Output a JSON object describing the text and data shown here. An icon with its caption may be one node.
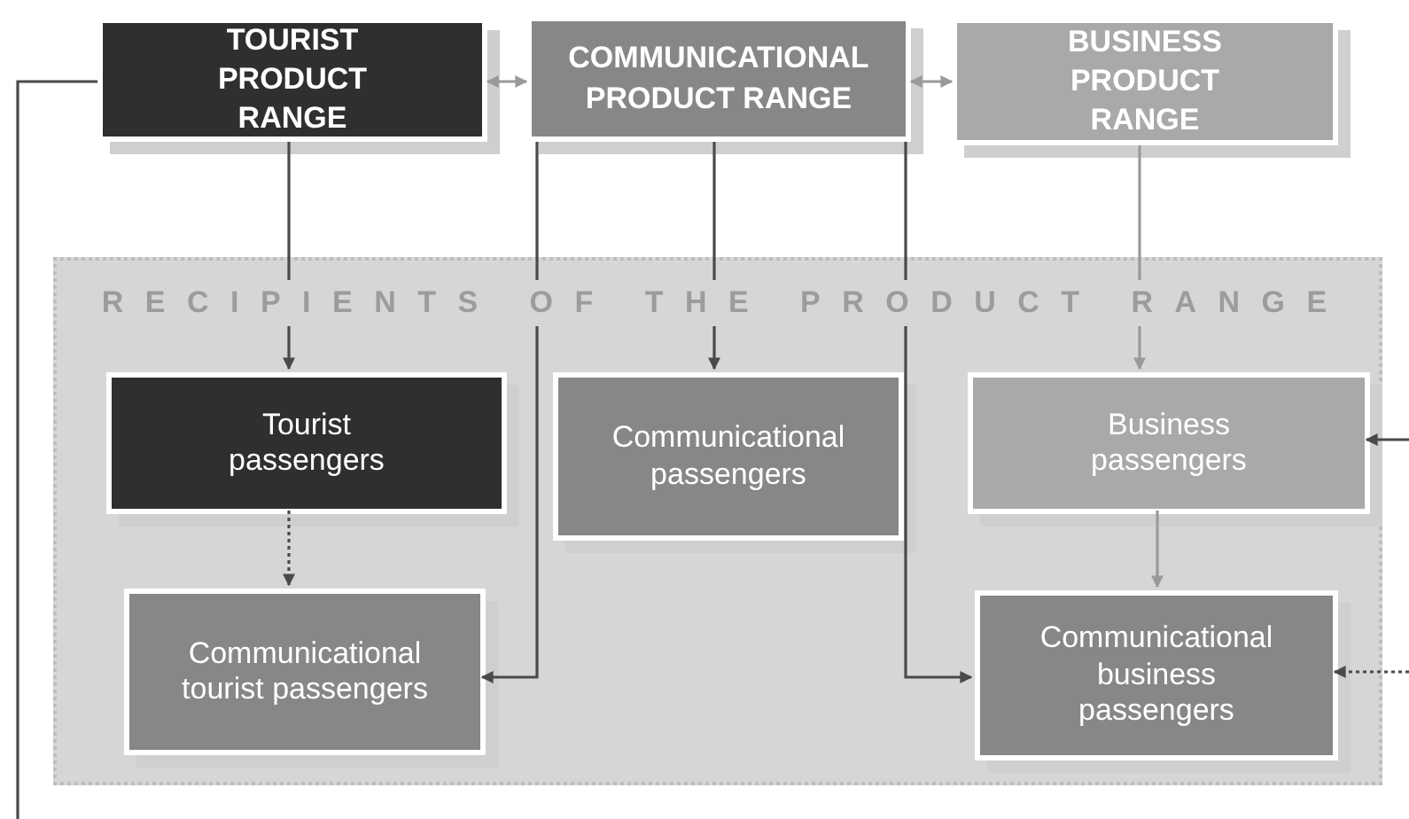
{
  "diagram": {
    "nodes": [
      {
        "text": [
          "TOURIST PRODUCT RANGE"
        ]
      },
      {
        "text": [
          "COMMUNICATIONAL PRODUCT RANGE"
        ]
      },
      {
        "text": [
          "BUSINESS PRODUCT RANGE"
        ]
      },
      {
        "text": [
          "RECIPIENTS OF THE PRODUCT RANGE"
        ]
      },
      {
        "text": [
          "Tourist passengers"
        ],
        "in": 3
      },
      {
        "text": [
          "Communicational passengers"
        ],
        "in": 3
      },
      {
        "text": [
          "Business passengers"
        ],
        "in": 3
      },
      {
        "text": [
          "Communicational tourist passengers"
        ],
        "in": 3
      },
      {
        "text": [
          "Communicational business passengers"
        ],
        "in": 3
      }
    ],
    "edges": [
      {
        "from": 0,
        "to": 1,
        "arrow": "both",
        "color": "#9a9a9a"
      },
      {
        "from": 1,
        "to": 2,
        "arrow": "both",
        "color": "#9a9a9a"
      },
      {
        "from": 0,
        "to": 4,
        "arrow": "to"
      },
      {
        "from": 1,
        "to": 5,
        "arrow": "to"
      },
      {
        "from": 1,
        "to": 7,
        "arrow": "to"
      },
      {
        "from": 1,
        "to": 8,
        "arrow": "to"
      },
      {
        "from": 2,
        "to": 6,
        "arrow": "to",
        "color": "#9a9a9a"
      },
      {
        "from": 4,
        "to": 7,
        "arrow": "to",
        "style": "dashed"
      },
      {
        "from": 6,
        "to": 8,
        "arrow": "to",
        "color": "#9a9a9a"
      },
      {
        "from": 0,
        "to": null,
        "arrow": "none"
      },
      {
        "from": null,
        "to": 6,
        "arrow": "to"
      },
      {
        "from": null,
        "to": 8,
        "arrow": "to",
        "style": "dashed"
      }
    ]
  }
}
